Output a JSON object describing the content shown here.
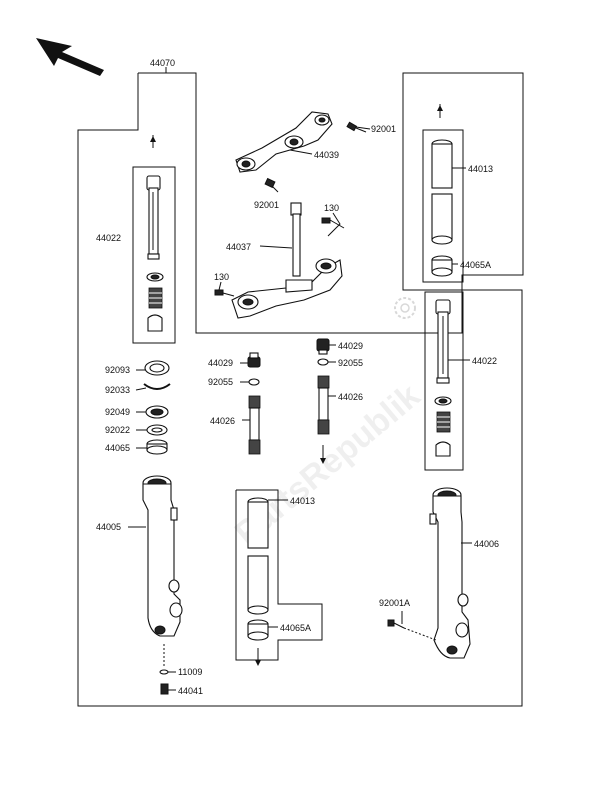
{
  "labels": {
    "l44070": "44070",
    "l92001a": "92001",
    "l44039": "44039",
    "l92001b": "92001",
    "l130a": "130",
    "l44037": "44037",
    "l130b": "130",
    "l44013a": "44013",
    "l44065Aa": "44065A",
    "l44022a": "44022",
    "l44022b": "44022",
    "l92093": "92093",
    "l92033": "92033",
    "l92049": "92049",
    "l92022": "92022",
    "l44065": "44065",
    "l44029a": "44029",
    "l92055a": "92055",
    "l44026a": "44026",
    "l44029b": "44029",
    "l92055b": "92055",
    "l44026b": "44026",
    "l44005": "44005",
    "l44013b": "44013",
    "l44065Ab": "44065A",
    "l44006": "44006",
    "l92001A": "92001A",
    "l11009": "11009",
    "l44041": "44041"
  },
  "watermark": "PartsRepublik"
}
